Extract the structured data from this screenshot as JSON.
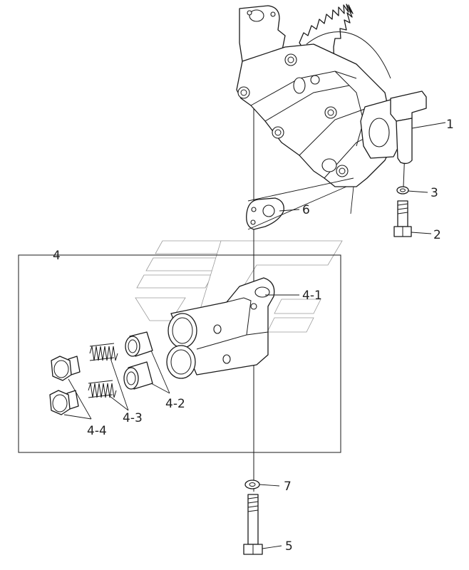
{
  "labels": {
    "p1": "1",
    "p2": "2",
    "p3": "3",
    "p4": "4",
    "p4_1": "4-1",
    "p4_2": "4-2",
    "p4_3": "4-3",
    "p4_4": "4-4",
    "p5": "5",
    "p6": "6",
    "p7": "7"
  }
}
